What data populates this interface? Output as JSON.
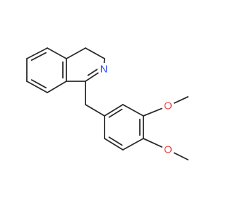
{
  "molecule": {
    "atoms": [
      {
        "id": "N2",
        "symbol": "N",
        "color": "#3050f8"
      },
      {
        "id": "O1",
        "symbol": "O",
        "color": "#e84a4a"
      },
      {
        "id": "O2",
        "symbol": "O",
        "color": "#e84a4a"
      }
    ]
  },
  "colors": {
    "bond": "#2b2b2b",
    "nitrogen": "#3050f8",
    "oxygen": "#e84a4a",
    "background": "#ffffff"
  }
}
